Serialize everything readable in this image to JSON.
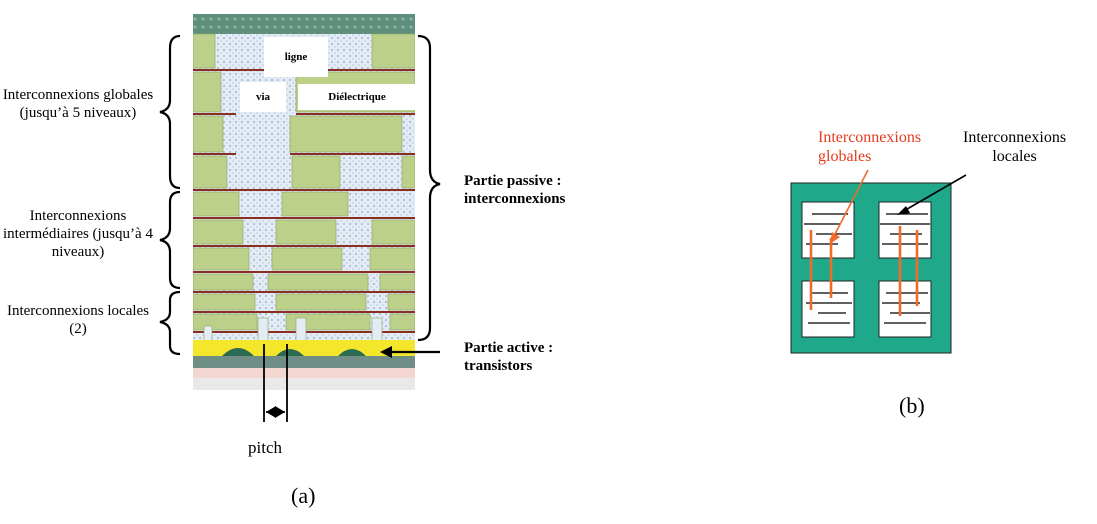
{
  "figure_a": {
    "labels": {
      "ligne": "ligne",
      "via": "via",
      "dielectrique": "Diélectrique"
    },
    "left_groups": [
      "Interconnexions globales (jusqu’à 5 niveaux)",
      "Interconnexions intermédiaires (jusqu’à 4 niveaux)",
      "Interconnexions locales (2)"
    ],
    "passive": {
      "line1": "Partie passive :",
      "line2": "interconnexions"
    },
    "active": {
      "line1": "Partie active :",
      "line2": "transistors"
    },
    "pitch": "pitch",
    "caption": "(a)"
  },
  "figure_b": {
    "global_label": {
      "line1": "Interconnexions",
      "line2": "globales"
    },
    "local_label": {
      "line1": "Interconnexions",
      "line2": "locales"
    },
    "caption": "(b)"
  },
  "colors": {
    "dielectric_green": "#bcd08a",
    "metal_line": "#8a2e22",
    "via_blue": "#dde7f2",
    "substrate_yellow": "#f4e62a",
    "chip_teal": "#1fa98a",
    "global_red": "#f06a2a"
  }
}
